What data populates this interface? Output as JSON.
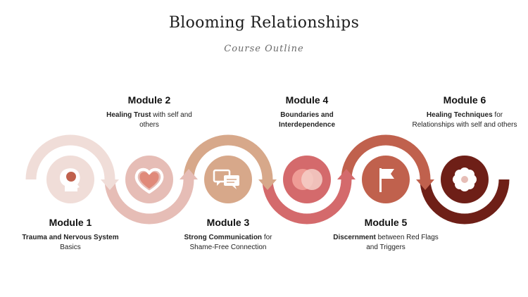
{
  "header": {
    "title": "Blooming Relationships",
    "subtitle": "Course Outline"
  },
  "colors": {
    "m1": "#f0ddd8",
    "m2": "#e6bdb6",
    "m3": "#d7a88a",
    "m4": "#d46a6c",
    "m5": "#c0614d",
    "m6": "#6e1f17",
    "icon_light": "#ffffff"
  },
  "modules": [
    {
      "title": "Module 1",
      "desc_bold": "Trauma and Nervous System",
      "desc_rest": " Basics",
      "icon": "head-icon"
    },
    {
      "title": "Module 2",
      "desc_bold": "Healing Trust",
      "desc_rest": " with self and others",
      "icon": "heart-icon"
    },
    {
      "title": "Module 3",
      "desc_bold": "Strong Communication",
      "desc_rest": " for Shame-Free Connection",
      "icon": "chat-bubbles-icon"
    },
    {
      "title": "Module 4",
      "desc_bold": "Boundaries and Interdependence",
      "desc_rest": "",
      "icon": "overlapping-circles-icon"
    },
    {
      "title": "Module 5",
      "desc_bold": "Discernment",
      "desc_rest": " between Red Flags and Triggers",
      "icon": "flag-icon"
    },
    {
      "title": "Module 6",
      "desc_bold": "Healing Techniques",
      "desc_rest": " for Relationships with self and others",
      "icon": "flower-icon"
    }
  ]
}
